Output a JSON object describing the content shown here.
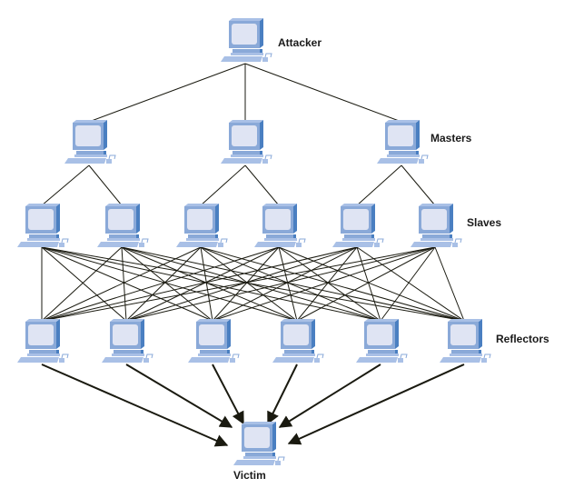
{
  "labels": {
    "attacker": "Attacker",
    "masters": "Masters",
    "slaves": "Slaves",
    "reflectors": "Reflectors",
    "victim": "Victim"
  },
  "colors": {
    "monitor_body": "#8aa9d8",
    "monitor_side": "#4a7fc1",
    "screen": "#dfe4f3",
    "line": "#1a1a10"
  },
  "tiers": {
    "attacker_count": 1,
    "masters_count": 3,
    "slaves_count": 6,
    "reflectors_count": 6,
    "victim_count": 1
  }
}
